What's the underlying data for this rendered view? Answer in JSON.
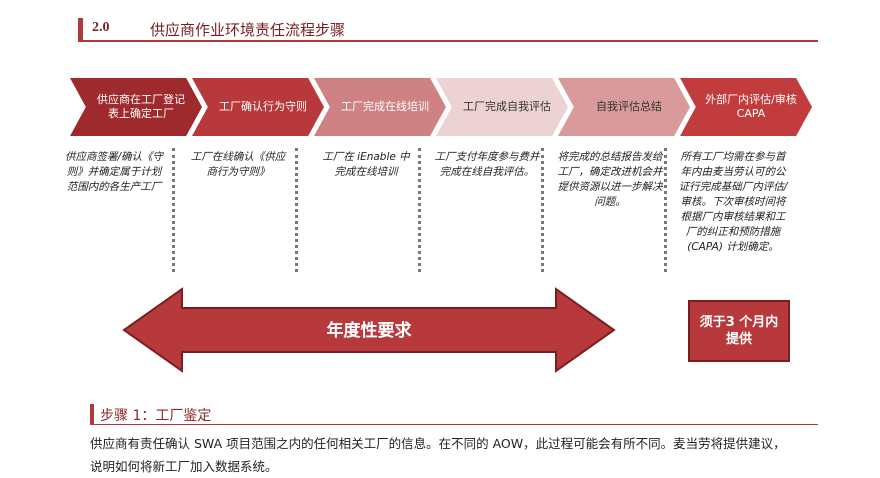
{
  "header": {
    "number": "2.0",
    "title": "供应商作业环境责任流程步骤"
  },
  "steps": [
    {
      "label": "供应商在工厂登记表上确定工厂",
      "desc": "供应商签署/确认《守则》并确定属于计划范围内的各生产工厂",
      "color": "#9e2a2d"
    },
    {
      "label": "工厂确认行为守则",
      "desc": "工厂在线确认《供应商行为守则》",
      "color": "#b8393b"
    },
    {
      "label": "工厂完成在线培训",
      "desc": "工厂在 iEnable 中完成在线培训",
      "color": "#cf8284"
    },
    {
      "label": "工厂完成自我评估",
      "desc": "工厂支付年度参与费并完成在线自我评估。",
      "color": "#ecd2d2"
    },
    {
      "label": "自我评估总结",
      "desc": "将完成的总结报告发给工厂，确定改进机会并提供资源以进一步解决问题。",
      "color": "#d89a9b"
    },
    {
      "label": "外部厂内评估/审核 CAPA",
      "desc": "所有工厂均需在参与首年内由麦当劳认可的公证行完成基础厂内评估/审核。下次审核时间将根据厂内审核结果和工厂的纠正和预防措施 (CAPA) 计划确定。",
      "color": "#c23c3e"
    }
  ],
  "annual_arrow": "年度性要求",
  "deadline_box": "须于3 个月内提供",
  "step1": {
    "title": "步骤 1：工厂鉴定",
    "body": "供应商有责任确认 SWA 项目范围之内的任何相关工厂的信息。在不同的 AOW，此过程可能会有所不同。麦当劳将提供建议，说明如何将新工厂加入数据系统。"
  }
}
